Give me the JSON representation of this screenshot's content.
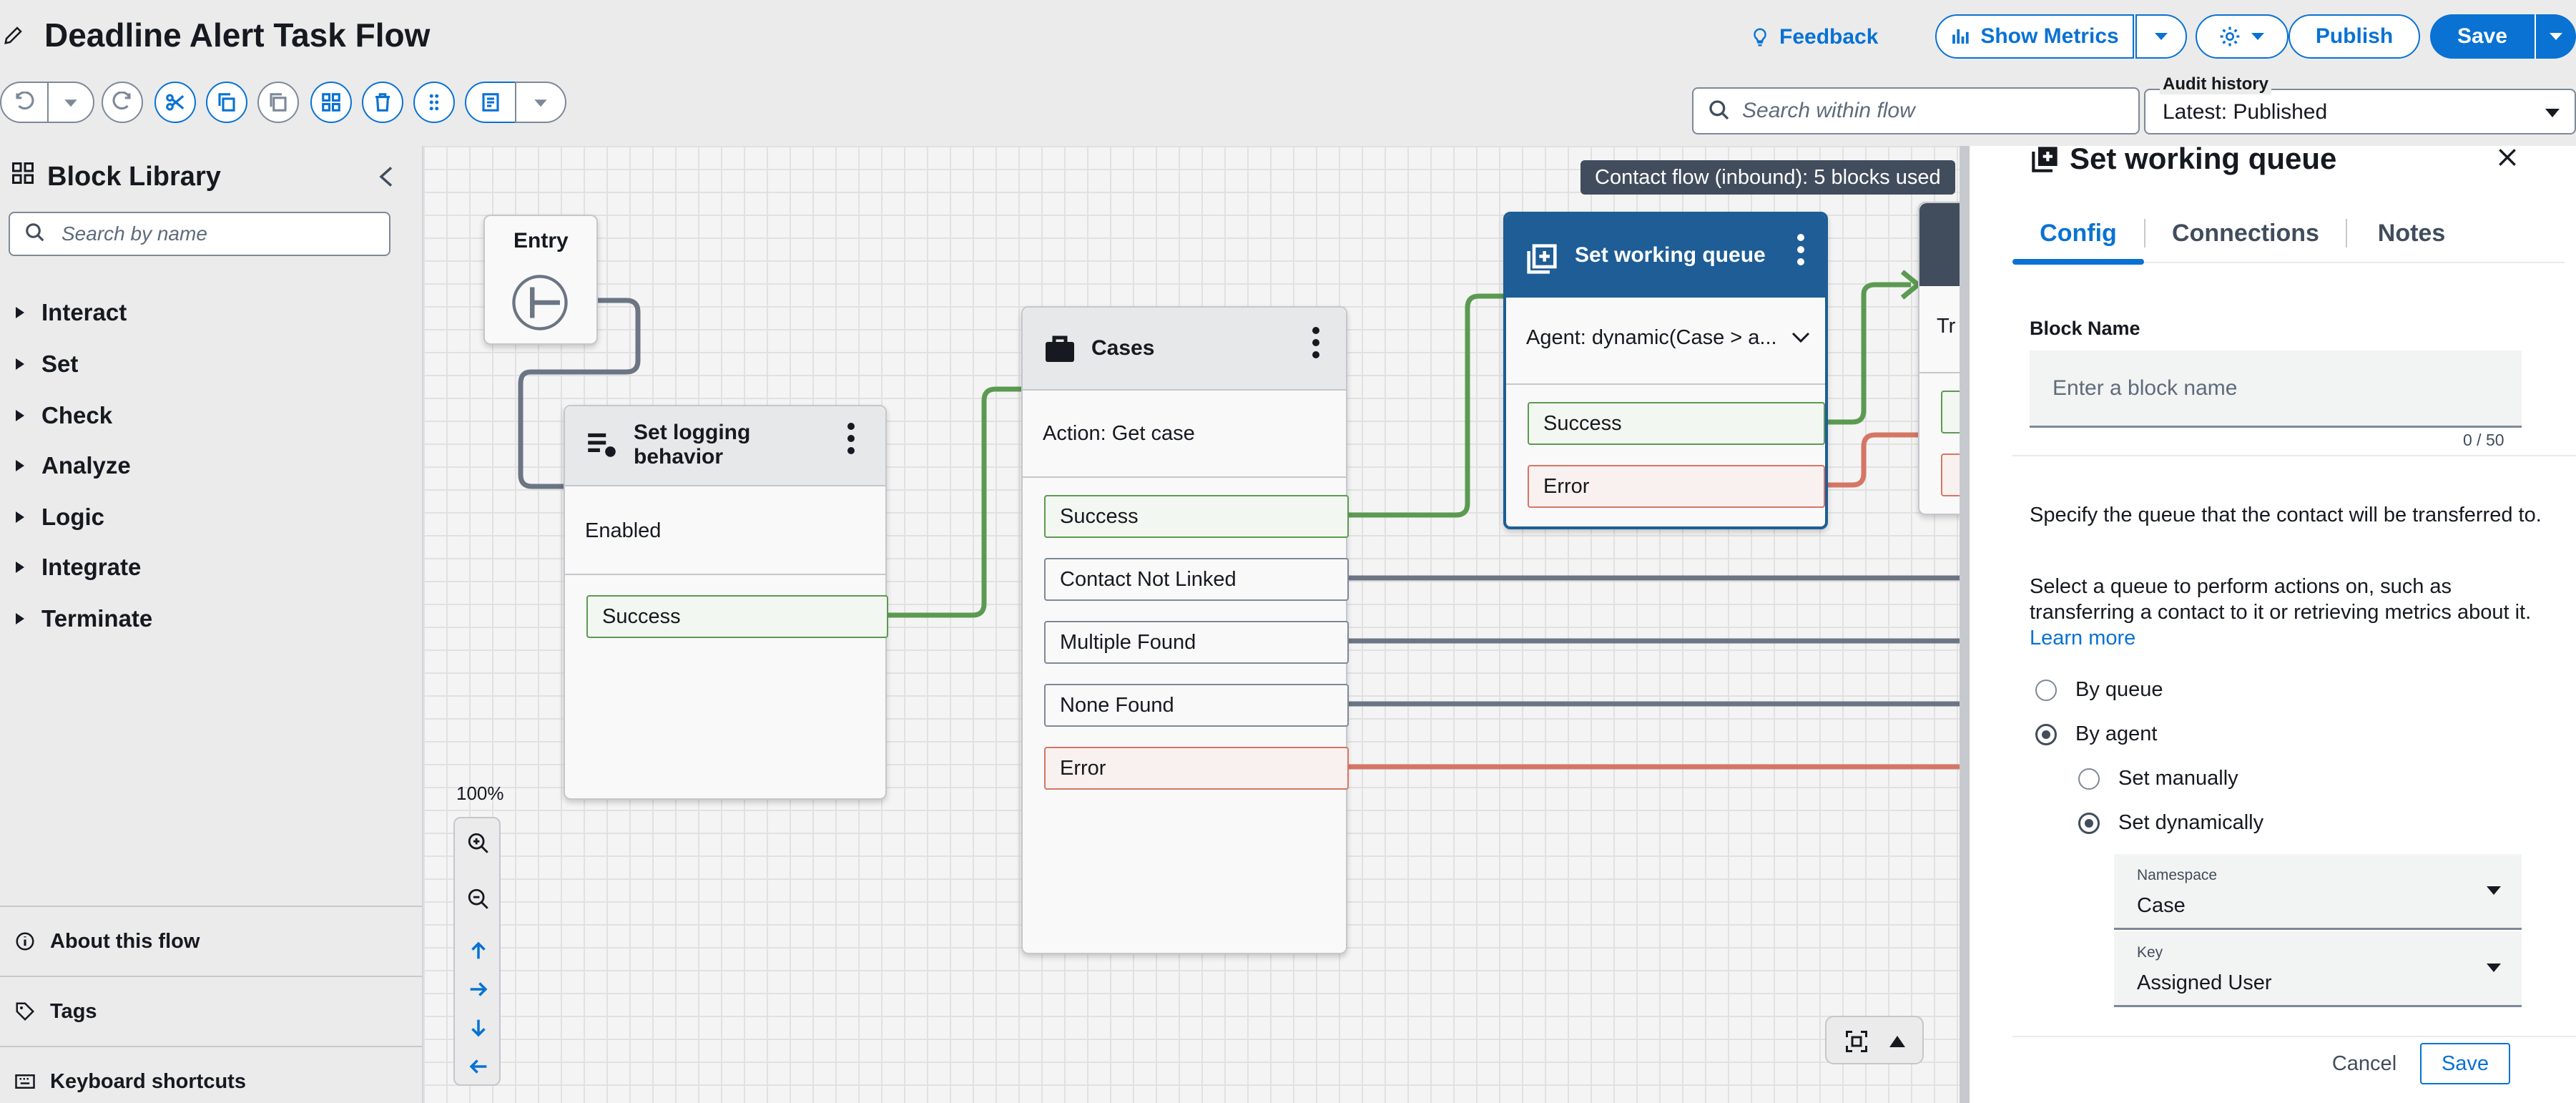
{
  "header": {
    "title": "Deadline Alert Task Flow",
    "feedback_label": "Feedback",
    "show_metrics_label": "Show Metrics",
    "publish_label": "Publish",
    "save_label": "Save"
  },
  "search": {
    "placeholder": "Search within flow"
  },
  "audit": {
    "label": "Audit history",
    "value": "Latest: Published"
  },
  "sidebar": {
    "title": "Block Library",
    "search_placeholder": "Search by name",
    "categories": [
      "Interact",
      "Set",
      "Check",
      "Analyze",
      "Logic",
      "Integrate",
      "Terminate"
    ],
    "footer": [
      "About this flow",
      "Tags",
      "Keyboard shortcuts"
    ]
  },
  "canvas": {
    "tooltip": "Contact flow (inbound): 5 blocks used",
    "zoom": "100%",
    "entry": {
      "title": "Entry"
    },
    "logging": {
      "title_line1": "Set logging",
      "title_line2": "behavior",
      "body": "Enabled",
      "branches": [
        "Success"
      ]
    },
    "cases": {
      "title": "Cases",
      "body": "Action: Get case",
      "branches": [
        "Success",
        "Contact Not Linked",
        "Multiple Found",
        "None Found",
        "Error"
      ]
    },
    "queue": {
      "title": "Set working queue",
      "body": "Agent: dynamic(Case > a...",
      "branches": [
        "Success",
        "Error"
      ]
    },
    "partial": {
      "body": "Tr"
    }
  },
  "panel": {
    "title": "Set working queue",
    "tabs": [
      "Config",
      "Connections",
      "Notes"
    ],
    "block_name_label": "Block Name",
    "block_name_placeholder": "Enter a block name",
    "counter": "0 / 50",
    "desc1": "Specify the queue that the contact will be transferred to.",
    "desc2": "Select a queue to perform actions on, such as transferring a contact to it or retrieving metrics about it.",
    "learn_more": "Learn more",
    "radio_by_queue": "By queue",
    "radio_by_agent": "By agent",
    "radio_manual": "Set manually",
    "radio_dynamic": "Set dynamically",
    "namespace": {
      "label": "Namespace",
      "value": "Case"
    },
    "key": {
      "label": "Key",
      "value": "Assigned User"
    },
    "cancel_label": "Cancel",
    "save_label": "Save"
  },
  "colors": {
    "accent": "#0972d3",
    "success_wire": "#5c9a52",
    "error_wire": "#d57665",
    "neutral_wire": "#6b7584",
    "queue_header": "#1e5d96"
  },
  "icons": [
    "pencil-icon",
    "lightbulb-icon",
    "bar-chart-icon",
    "gear-icon",
    "undo-icon",
    "redo-icon",
    "scissors-icon",
    "copy-icon",
    "paste-icon",
    "grid-icon",
    "trash-icon",
    "drag-icon",
    "notes-icon",
    "search-icon",
    "close-icon",
    "zoom-in-icon",
    "zoom-out-icon",
    "arrow-up-icon",
    "arrow-right-icon",
    "arrow-down-icon",
    "arrow-left-icon",
    "fit-screen-icon"
  ]
}
